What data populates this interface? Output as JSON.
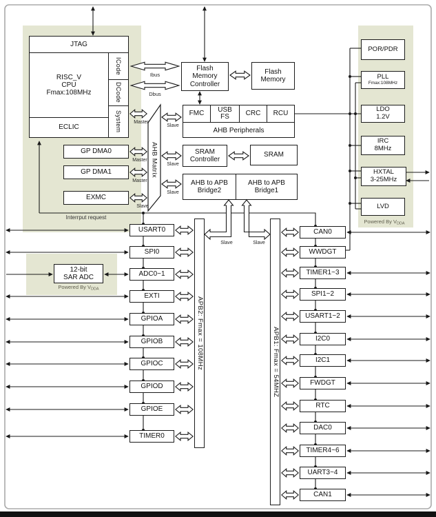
{
  "blocks": {
    "jtag": "JTAG",
    "cpu": "RISC_V\nCPU\nFmax:108MHz",
    "icode": "ICode",
    "dcode": "DCode",
    "system": "System",
    "eclic": "ECLIC",
    "gpdma0": "GP DMA0",
    "gpdma1": "GP DMA1",
    "exmc": "EXMC",
    "matrix": "AHB Matrix",
    "flash_ctrl": "Flash\nMemory\nController",
    "flash_mem": "Flash\nMemory",
    "fmc": "FMC",
    "usb": "USB\nFS",
    "crc": "CRC",
    "rcu": "RCU",
    "ahb_periph": "AHB Peripherals",
    "sram_ctrl": "SRAM\nController",
    "sram": "SRAM",
    "bridge2": "AHB to APB\nBridge2",
    "bridge1": "AHB to APB\nBridge1",
    "sar_adc": "12-bit\nSAR ADC",
    "apb2": "APB2: Fmax = 108MHz",
    "apb1": "APB1: Fmax = 54MHZ"
  },
  "power": {
    "por": "POR/PDR",
    "pll": "PLL",
    "pll_fmax": "Fmax:108MHz",
    "ldo": "LDO\n1.2V",
    "irc": "IRC\n8MHz",
    "hxtal": "HXTAL\n3-25MHz",
    "lvd": "LVD",
    "powered": "Powered By V",
    "powered_sub": "DDA"
  },
  "labels": {
    "ibus": "Ibus",
    "dbus": "Dbus",
    "master": "Master",
    "slave": "Slave",
    "interrupt": "Interrput request"
  },
  "apb2_peripherals": [
    "USART0",
    "SPI0",
    "ADC0~1",
    "EXTI",
    "GPIOA",
    "GPIOB",
    "GPIOC",
    "GPIOD",
    "GPIOE",
    "TIMER0"
  ],
  "apb1_peripherals": [
    "CAN0",
    "WWDGT",
    "TIMER1~3",
    "SPI1~2",
    "USART1~2",
    "I2C0",
    "I2C1",
    "FWDGT",
    "RTC",
    "DAC0",
    "TIMER4~6",
    "UART3~4",
    "CAN1"
  ],
  "colors": {
    "power_domain_bg": "#e4e6d2",
    "line": "#1a1a1a",
    "box_bg": "#ffffff",
    "frame": "#aaaaaa"
  }
}
